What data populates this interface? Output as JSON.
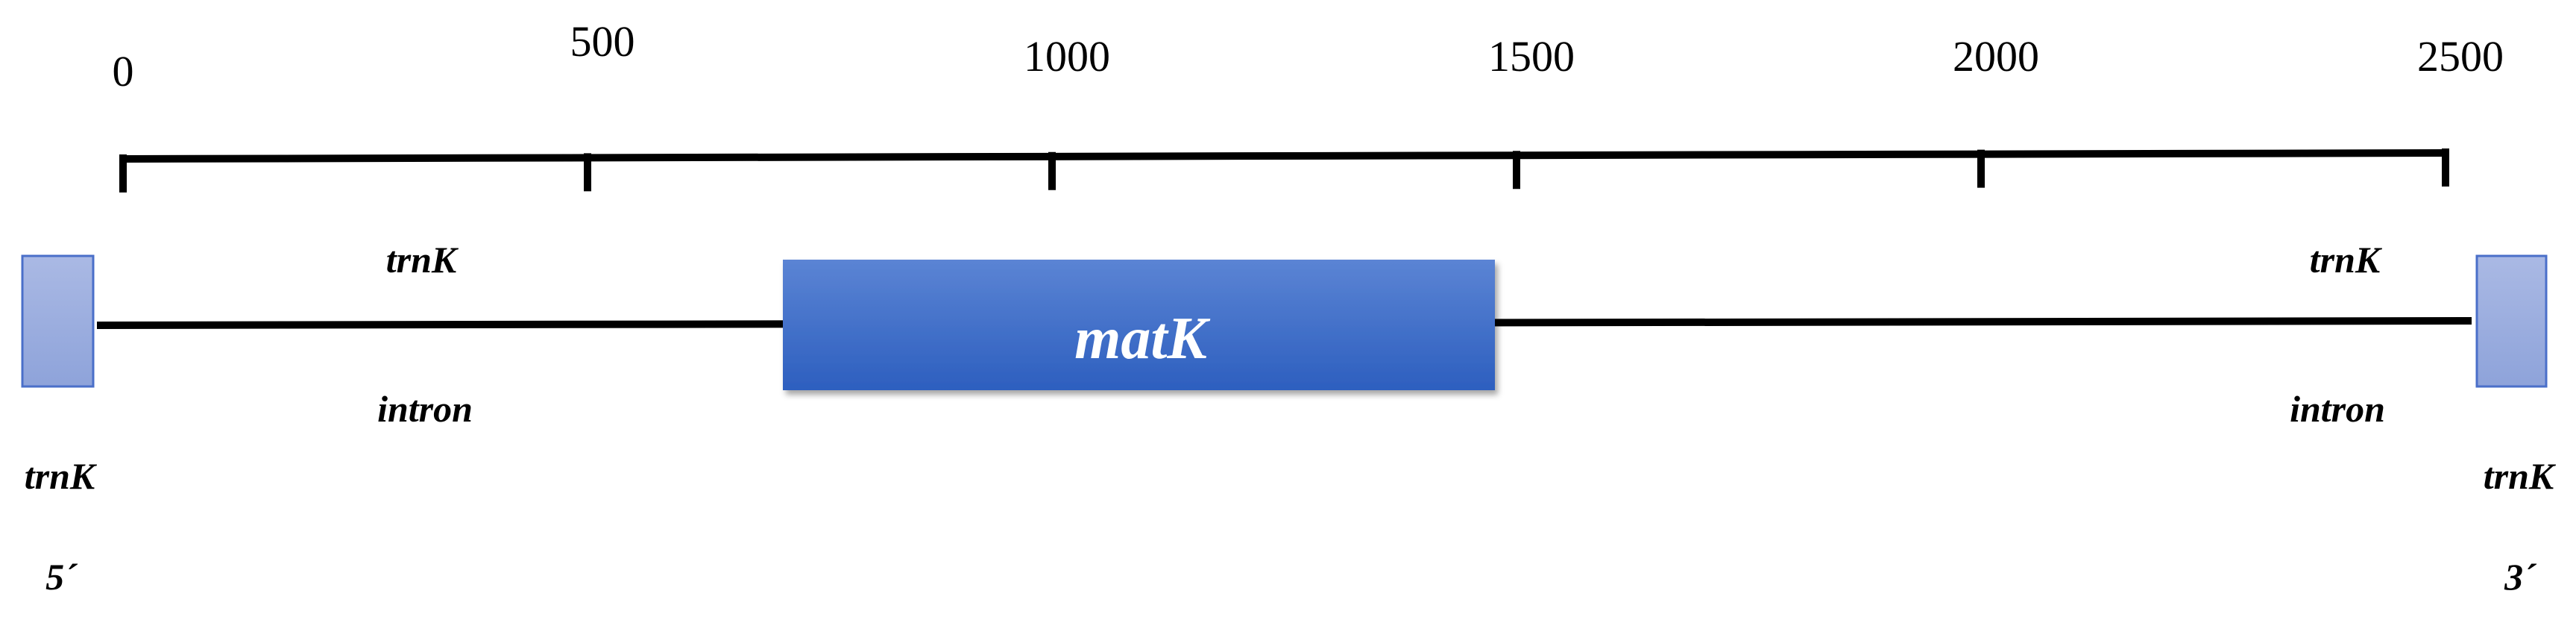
{
  "scale": {
    "ticks": [
      {
        "value": 0,
        "label": "0"
      },
      {
        "value": 500,
        "label": "500"
      },
      {
        "value": 1000,
        "label": "1000"
      },
      {
        "value": 1500,
        "label": "1500"
      },
      {
        "value": 2000,
        "label": "2000"
      },
      {
        "value": 2500,
        "label": "2500"
      }
    ]
  },
  "gene": {
    "label": "matK",
    "start": 710,
    "end": 1475
  },
  "left_exon": {
    "name": "trnK",
    "end_label": "5´"
  },
  "right_exon": {
    "name": "trnK",
    "end_label": "3´"
  },
  "left_intron": {
    "line1": "trnK",
    "line2": "intron"
  },
  "right_intron": {
    "line1": "trnK",
    "line2": "intron"
  },
  "colors": {
    "gene_top": "#5b84d4",
    "gene_bottom": "#2d5fbf",
    "exon_fill": "#9fb1e0",
    "exon_stroke": "#4a6fc9",
    "line": "#000000"
  }
}
